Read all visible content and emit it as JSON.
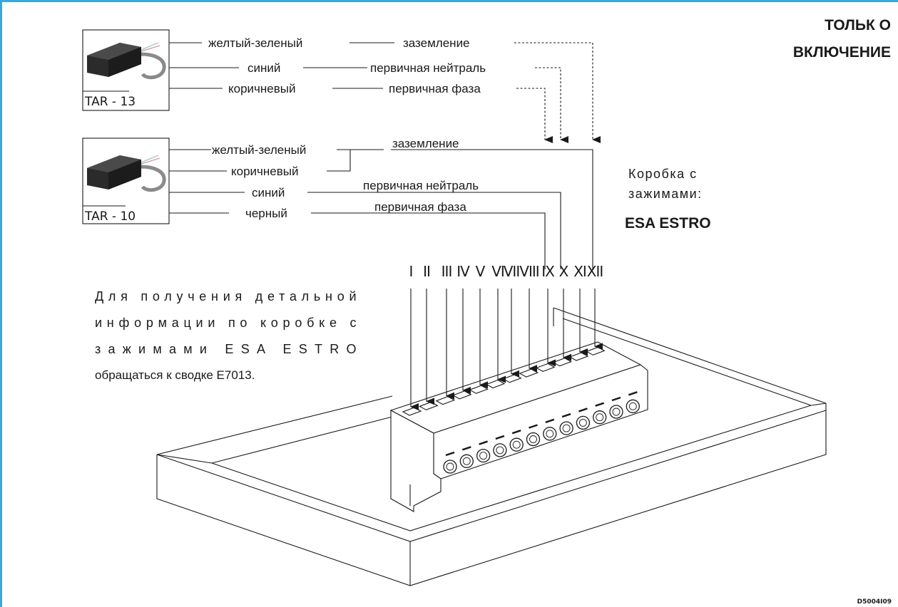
{
  "header": {
    "title_line1": "ТОЛЬК О",
    "title_line2": "ВКЛЮЧЕНИЕ"
  },
  "tar13": {
    "name": "TAR - 13",
    "wires": [
      "желтый-зеленый",
      "синий",
      "коричневый"
    ],
    "functions": [
      "заземление",
      "первичная нейтраль",
      "первичная фаза"
    ]
  },
  "tar10": {
    "name": "TAR - 10",
    "wires": [
      "желтый-зеленый",
      "коричневый",
      "синий",
      "черный"
    ],
    "functions": [
      "заземление",
      "первичная нейтраль",
      "первичная фаза"
    ]
  },
  "terminal_box": {
    "caption_line1": "Коробка с",
    "caption_line2": "зажимами:",
    "model": "ESA ESTRO",
    "terminals": [
      "I",
      "II",
      "III",
      "IV",
      "V",
      "VI",
      "VII",
      "VIII",
      "IX",
      "X",
      "XI",
      "XII"
    ]
  },
  "note": {
    "line1": "Для получения детальной",
    "line2": "информации по коробке с",
    "line3": "зажимами ESA ESTRO",
    "line4": "обращаться к сводке E7013."
  },
  "footer": {
    "code": "D5004I09"
  }
}
